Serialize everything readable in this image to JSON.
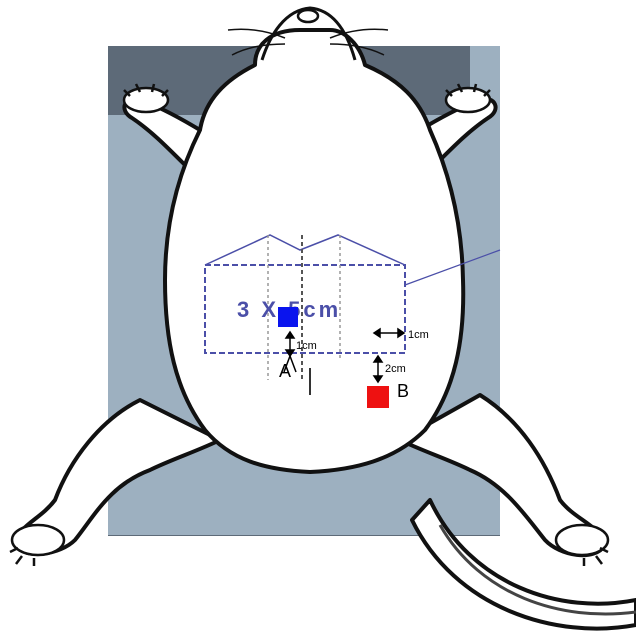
{
  "figure": {
    "incision_box_label": "3 X 5cm",
    "measure_right": "1cm",
    "measure_below_box": "1cm",
    "measure_to_b": "2cm",
    "site_a_label": "A",
    "site_b_label": "B"
  },
  "colors": {
    "board_dark": "#5d6a78",
    "board_light": "#9db0c0",
    "box_outline": "#4b4fa8",
    "site_a": "#0a14ee",
    "site_b": "#ee1111",
    "outline": "#111111",
    "body_fill": "#ffffff"
  },
  "icons": {
    "site_a": "blue-square-marker",
    "site_b": "red-square-marker",
    "arrows": "double-headed-arrow"
  }
}
